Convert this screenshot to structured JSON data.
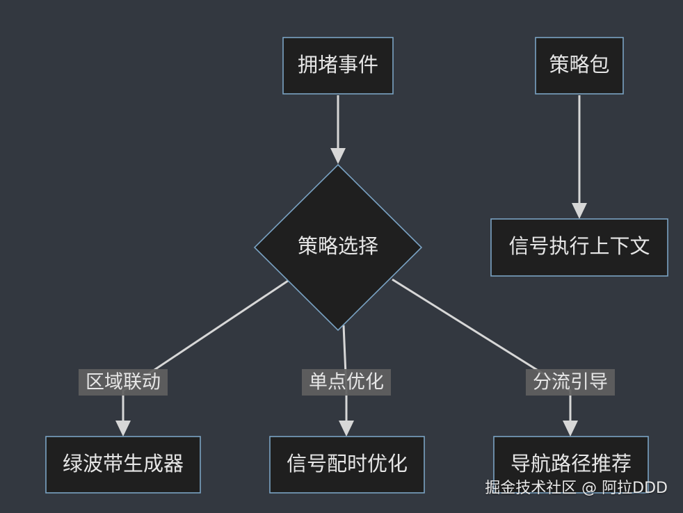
{
  "nodes": {
    "congestion_event": "拥堵事件",
    "strategy_select": "策略选择",
    "strategy_pack": "策略包",
    "signal_context": "信号执行上下文",
    "green_wave": "绿波带生成器",
    "signal_timing": "信号配时优化",
    "route_recommend": "导航路径推荐"
  },
  "edges": {
    "regional": "区域联动",
    "single_point": "单点优化",
    "diversion": "分流引导"
  },
  "watermark": "掘金技术社区 @ 阿拉DDD",
  "colors": {
    "background": "#333840",
    "node_fill": "#1f1f1f",
    "node_stroke": "#7aa3c4",
    "edge": "#d7d7d7",
    "label_bg": "#5f5f5f",
    "text": "#e6e6e6"
  }
}
